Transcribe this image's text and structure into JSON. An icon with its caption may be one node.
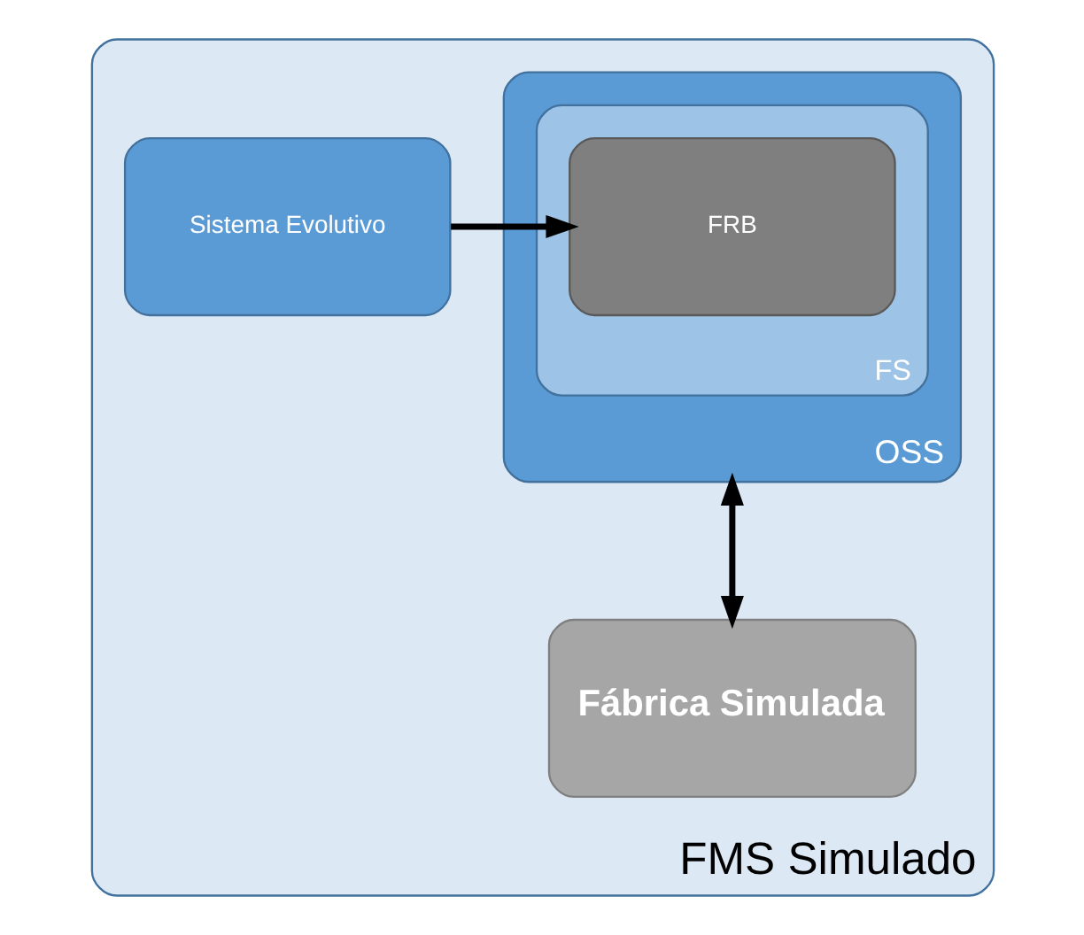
{
  "diagram": {
    "nodes": [
      {
        "text": [
          "FMS Simulado"
        ]
      },
      {
        "text": [
          "OSS"
        ],
        "in": 0
      },
      {
        "text": [
          "FS"
        ],
        "in": 1
      },
      {
        "text": [
          "FRB"
        ],
        "in": 2
      },
      {
        "text": [
          "Sistema Evolutivo"
        ],
        "in": 0
      },
      {
        "text": [
          "Fábrica Simulada"
        ],
        "in": 0
      }
    ],
    "edges": [
      {
        "from": 4,
        "to": 3,
        "arrow": "to"
      },
      {
        "from": 1,
        "to": 5,
        "arrow": "both"
      }
    ]
  }
}
